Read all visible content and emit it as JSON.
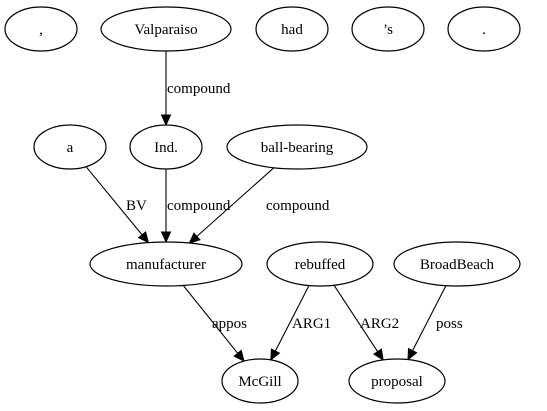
{
  "graph": {
    "nodes": [
      {
        "id": "comma",
        "label": ","
      },
      {
        "id": "valparaiso",
        "label": "Valparaiso"
      },
      {
        "id": "had",
        "label": "had"
      },
      {
        "id": "apos_s",
        "label": "’s"
      },
      {
        "id": "period",
        "label": "."
      },
      {
        "id": "a",
        "label": "a"
      },
      {
        "id": "ind",
        "label": "Ind."
      },
      {
        "id": "ball_bearing",
        "label": "ball-bearing"
      },
      {
        "id": "manufacturer",
        "label": "manufacturer"
      },
      {
        "id": "rebuffed",
        "label": "rebuffed"
      },
      {
        "id": "broadbeach",
        "label": "BroadBeach"
      },
      {
        "id": "mcgill",
        "label": "McGill"
      },
      {
        "id": "proposal",
        "label": "proposal"
      }
    ],
    "edges": [
      {
        "id": "e_valparaiso_ind",
        "from": "valparaiso",
        "to": "ind",
        "label": "compound"
      },
      {
        "id": "e_a_manufacturer",
        "from": "a",
        "to": "manufacturer",
        "label": "BV"
      },
      {
        "id": "e_ind_manufacturer",
        "from": "ind",
        "to": "manufacturer",
        "label": "compound"
      },
      {
        "id": "e_ballbearing_manufacturer",
        "from": "ball_bearing",
        "to": "manufacturer",
        "label": "compound"
      },
      {
        "id": "e_manufacturer_mcgill",
        "from": "manufacturer",
        "to": "mcgill",
        "label": "appos"
      },
      {
        "id": "e_rebuffed_mcgill",
        "from": "rebuffed",
        "to": "mcgill",
        "label": "ARG1"
      },
      {
        "id": "e_rebuffed_proposal",
        "from": "rebuffed",
        "to": "proposal",
        "label": "ARG2"
      },
      {
        "id": "e_broadbeach_proposal",
        "from": "broadbeach",
        "to": "proposal",
        "label": "poss"
      }
    ]
  }
}
